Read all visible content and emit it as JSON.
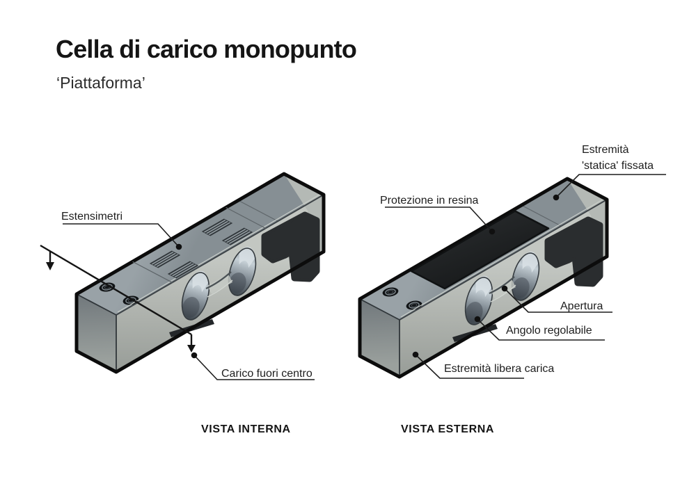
{
  "header": {
    "title": "Cella di carico monopunto",
    "subtitle": "‘Piattaforma’"
  },
  "views": {
    "internal": {
      "caption": "VISTA INTERNA",
      "labels": {
        "estensimetri": "Estensimetri",
        "carico_fuori_centro": "Carico fuori centro"
      }
    },
    "external": {
      "caption": "VISTA ESTERNA",
      "labels": {
        "estremita_statica_line1": "Estremità",
        "estremita_statica_line2": "'statica' fissata",
        "protezione_in_resina": "Protezione in resina",
        "apertura": "Apertura",
        "angolo_regolabile": "Angolo regolabile",
        "estremita_libera": "Estremità libera carica"
      }
    }
  },
  "colors": {
    "background": "#ffffff",
    "outline": "#0c0c0c",
    "leader_line": "#1c1c1c",
    "text": "#1d1d1d",
    "top_face": "#8d969b",
    "front_face": "#aeb2ad",
    "end_face": "#7b8285",
    "resin_panel": "#1d2021",
    "pocket": "#2a2d2f"
  }
}
